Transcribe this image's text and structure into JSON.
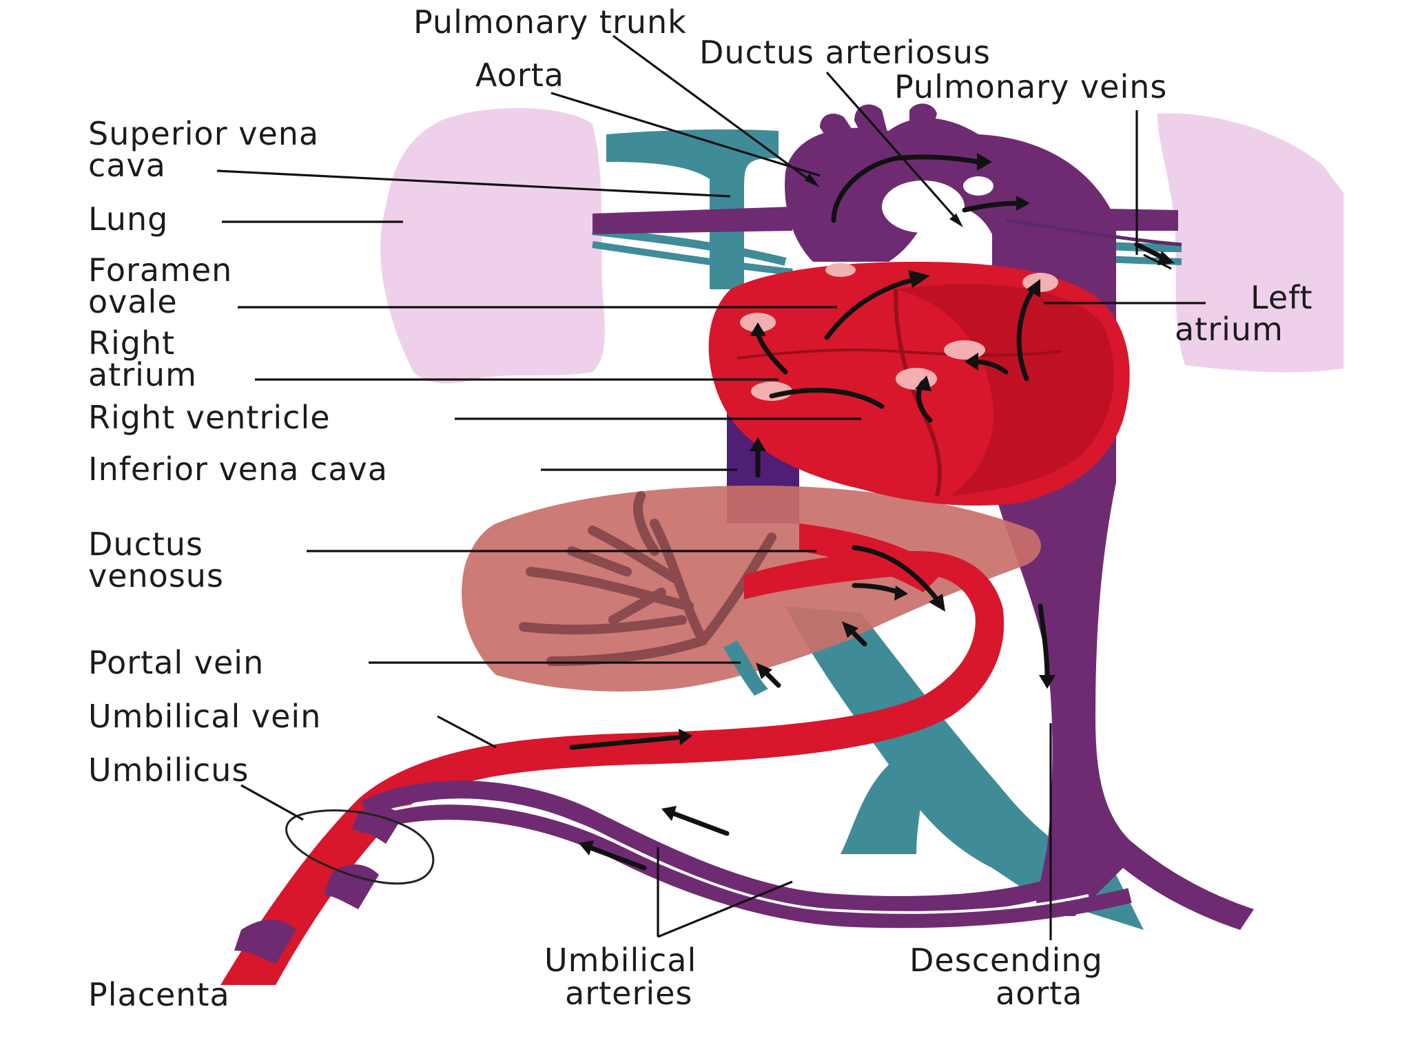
{
  "diagram": {
    "labels": {
      "pulmonary_trunk": "Pulmonary trunk",
      "ductus_arteriosus": "Ductus arteriosus",
      "aorta": "Aorta",
      "pulmonary_veins": "Pulmonary veins",
      "superior_vena_cava_1": "Superior vena",
      "superior_vena_cava_2": "cava",
      "lung": "Lung",
      "foramen_ovale_1": "Foramen",
      "foramen_ovale_2": "ovale",
      "left_atrium_1": "Left",
      "left_atrium_2": "atrium",
      "right_atrium_1": "Right",
      "right_atrium_2": "atrium",
      "right_ventricle": "Right ventricle",
      "inferior_vena_cava": "Inferior vena cava",
      "ductus_venosus_1": "Ductus",
      "ductus_venosus_2": "venosus",
      "portal_vein": "Portal vein",
      "umbilical_vein": "Umbilical vein",
      "umbilicus": "Umbilicus",
      "placenta": "Placenta",
      "umbilical_arteries_1": "Umbilical",
      "umbilical_arteries_2": "arteries",
      "descending_aorta_1": "Descending",
      "descending_aorta_2": "aorta"
    },
    "colors": {
      "lung": "#efd0ea",
      "teal_vessel": "#3f8c98",
      "purple_vessel": "#6e2b72",
      "dark_purple": "#4e1f74",
      "heart_red": "#d8172c",
      "heart_dark": "#b5101f",
      "liver": "#c9706a",
      "liver_branch": "#8a4a4e",
      "valve_pink": "#f2b0b0"
    }
  }
}
